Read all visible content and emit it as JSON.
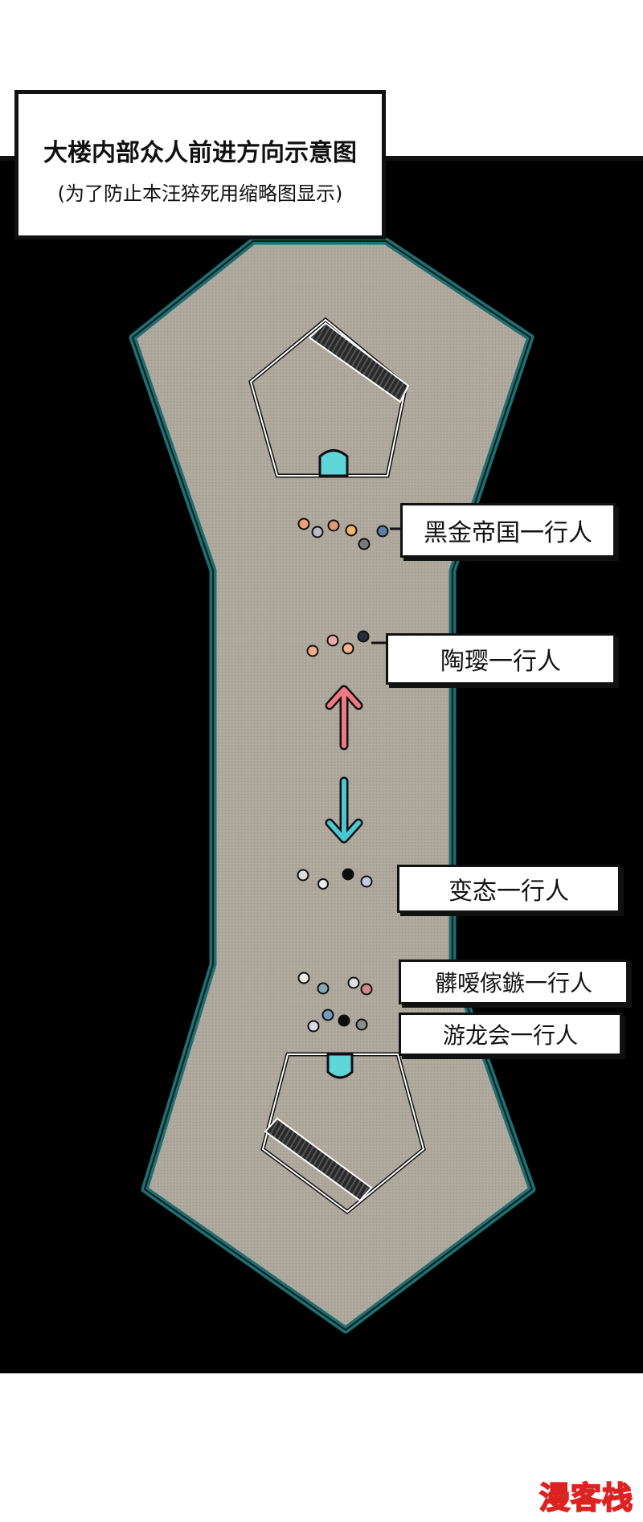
{
  "title": {
    "main": "大楼内部众人前进方向示意图",
    "subtitle": "(为了防止本汪猝死用缩略图显示)"
  },
  "groups": [
    {
      "id": "heijin",
      "label": "黑金帝国一行人",
      "dot_colors": [
        "#e7a27c",
        "#b9b9c9",
        "#e39a79",
        "#f1b46a",
        "#7a7a7a",
        "#5d7ea6"
      ]
    },
    {
      "id": "taoying",
      "label": "陶璎一行人",
      "dot_colors": [
        "#f1ad82",
        "#f0a7a9",
        "#f3b28c",
        "#232c3a"
      ]
    },
    {
      "id": "biantai",
      "label": "变态一行人",
      "dot_colors": [
        "#dcdcdc",
        "#efefef",
        "#0c0c0c",
        "#c6c8e4"
      ]
    },
    {
      "id": "unknown",
      "label": "髒嗳傢鏃一行人",
      "dot_colors": [
        "#eceae0",
        "#86a6b4",
        "#d9e0e6",
        "#d3868c"
      ]
    },
    {
      "id": "youlong",
      "label": "游龙会一行人",
      "dot_colors": [
        "#dcd8e8",
        "#6f9cc0",
        "#0c0c0c",
        "#8c8c8c"
      ]
    }
  ],
  "arrows": [
    {
      "direction": "up",
      "color": "#f07883"
    },
    {
      "direction": "down",
      "color": "#4cc7d3"
    }
  ],
  "colors": {
    "background": "#000000",
    "floor": "#aea89c",
    "edge": "#1e6e72",
    "door": "#5fd7d8"
  },
  "watermark": "漫客栈"
}
